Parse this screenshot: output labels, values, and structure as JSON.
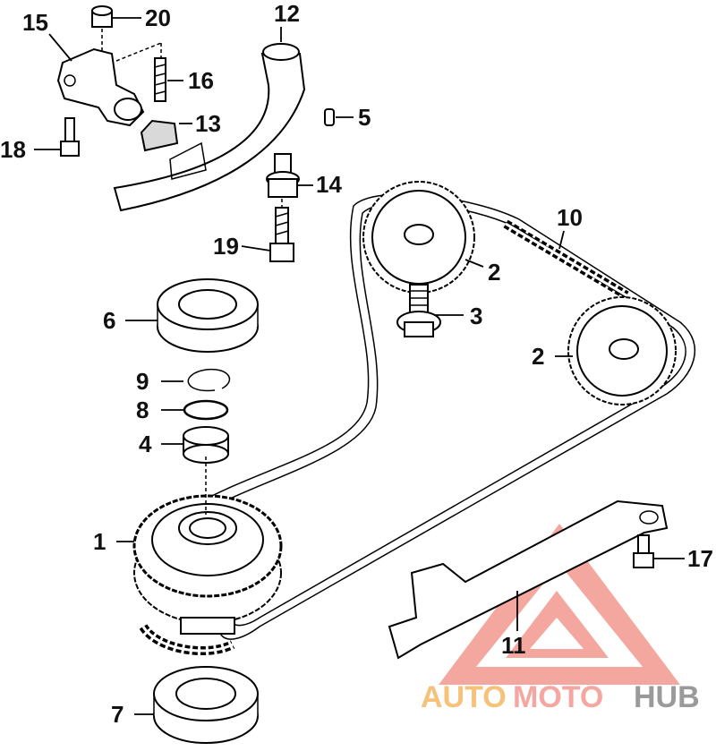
{
  "callouts": {
    "c1": "1",
    "c2a": "2",
    "c2b": "2",
    "c3": "3",
    "c4": "4",
    "c5": "5",
    "c6": "6",
    "c7": "7",
    "c8": "8",
    "c9": "9",
    "c10": "10",
    "c11": "11",
    "c12": "12",
    "c13": "13",
    "c14": "14",
    "c15": "15",
    "c16": "16",
    "c17": "17",
    "c18": "18",
    "c19": "19",
    "c20": "20"
  },
  "watermark": {
    "auto": "AUTO",
    "moto": "MOTO",
    "hub": "HUB",
    "colors": {
      "auto": "#f6c27a",
      "moto": "#f4a6a0",
      "hub": "#9a9a9a",
      "triangle": "#f08a80"
    }
  }
}
